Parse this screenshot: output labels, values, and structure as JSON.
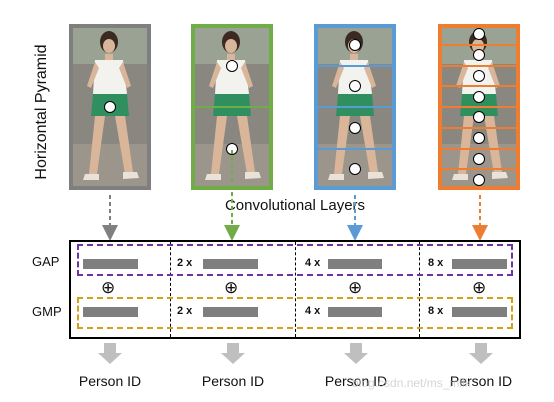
{
  "title": "Horizontal Pyramid",
  "conv_label": "Convolutional Layers",
  "rows": {
    "gap": "GAP",
    "gmp": "GMP"
  },
  "operator": "⊕",
  "columns": [
    {
      "multiplier": "",
      "output": "Person ID",
      "frame_color": "#7f7f7f",
      "arrow_color": "#808080",
      "parts": 1
    },
    {
      "multiplier": "2 x",
      "output": "Person ID",
      "frame_color": "#70ad47",
      "arrow_color": "#70ad47",
      "parts": 2
    },
    {
      "multiplier": "4 x",
      "output": "Person ID",
      "frame_color": "#5b9bd5",
      "arrow_color": "#5b9bd5",
      "parts": 4
    },
    {
      "multiplier": "8 x",
      "output": "Person ID",
      "frame_color": "#ed7d31",
      "arrow_color": "#ed7d31",
      "parts": 8
    }
  ],
  "colors": {
    "gap_box": "#7030a0",
    "gmp_box": "#d4a017",
    "bar": "#7f7f7f",
    "output_arrow": "#bfbfbf"
  },
  "watermark": "blog.csdn.net/ms_milk"
}
